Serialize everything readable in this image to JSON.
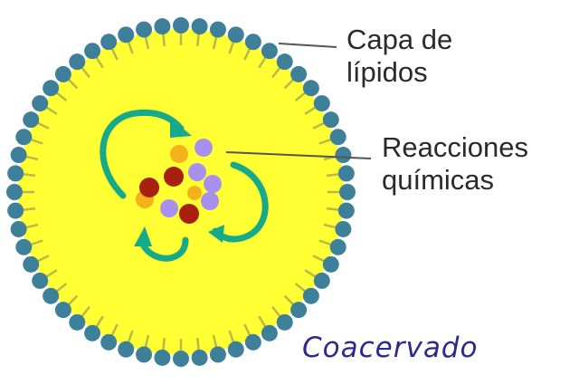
{
  "diagram": {
    "title": "Coacervado",
    "labels": {
      "lipid_layer_line1": "Capa de",
      "lipid_layer_line2": "lípidos",
      "reactions_line1": "Reacciones",
      "reactions_line2": "químicas"
    },
    "colors": {
      "interior": "#ffff33",
      "lipid_head": "#3e7f9a",
      "lipid_tail": "#b8b84a",
      "arrow": "#16a98a",
      "molecule_red": "#a8200e",
      "molecule_orange": "#f5b21a",
      "molecule_violet": "#a890f0",
      "leader_line": "#555555",
      "title": "#2c2a8c"
    }
  }
}
